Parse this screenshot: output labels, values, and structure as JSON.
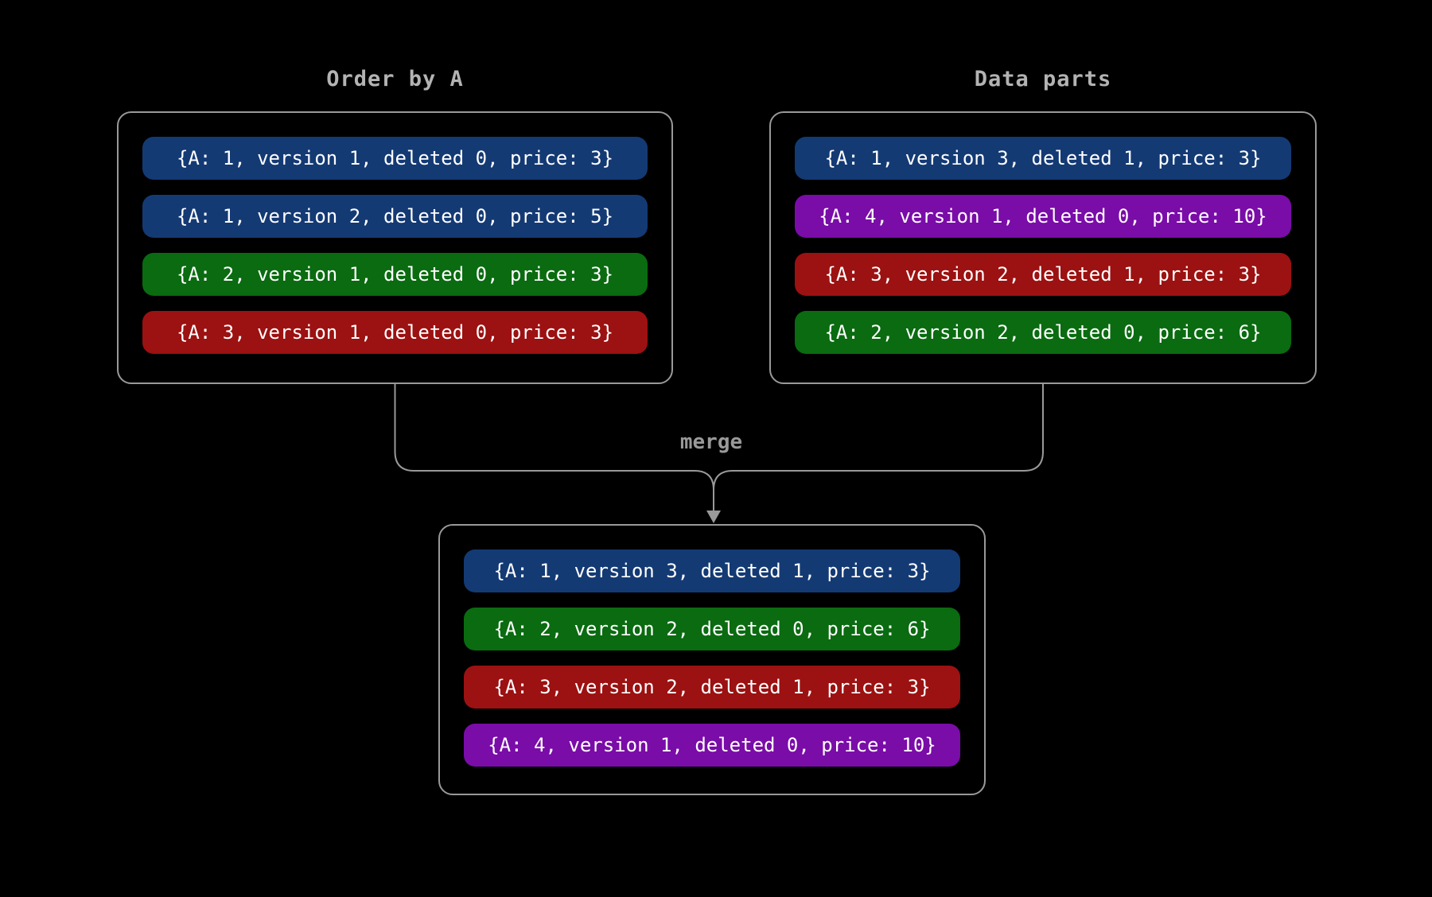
{
  "diagram": {
    "background": "#000000",
    "line_color": "#999999",
    "title_color": "#b3b3b3",
    "text_color": "#ffffff",
    "merge_label": "merge",
    "colors": {
      "blue": "#143a74",
      "green": "#0a6b10",
      "red": "#9c1111",
      "purple": "#7a0ca8"
    },
    "groups": [
      {
        "id": "order-by-a",
        "title": "Order by A",
        "rows": [
          {
            "color": "blue",
            "text": "{A: 1, version 1, deleted 0, price: 3}"
          },
          {
            "color": "blue",
            "text": "{A: 1, version 2, deleted 0, price: 5}"
          },
          {
            "color": "green",
            "text": "{A: 2, version 1, deleted 0, price: 3}"
          },
          {
            "color": "red",
            "text": "{A: 3, version 1, deleted 0, price: 3}"
          }
        ]
      },
      {
        "id": "data-parts",
        "title": "Data parts",
        "rows": [
          {
            "color": "blue",
            "text": "{A: 1, version 3, deleted 1, price: 3}"
          },
          {
            "color": "purple",
            "text": "{A: 4, version 1, deleted 0, price: 10}"
          },
          {
            "color": "red",
            "text": "{A: 3, version 2, deleted 1, price: 3}"
          },
          {
            "color": "green",
            "text": "{A: 2, version 2, deleted 0, price: 6}"
          }
        ]
      },
      {
        "id": "merged-result",
        "title": "",
        "rows": [
          {
            "color": "blue",
            "text": "{A: 1, version 3, deleted 1, price: 3}"
          },
          {
            "color": "green",
            "text": "{A: 2, version 2, deleted 0, price: 6}"
          },
          {
            "color": "red",
            "text": "{A: 3, version 2, deleted 1, price: 3}"
          },
          {
            "color": "purple",
            "text": "{A: 4, version 1, deleted 0, price: 10}"
          }
        ]
      }
    ]
  }
}
